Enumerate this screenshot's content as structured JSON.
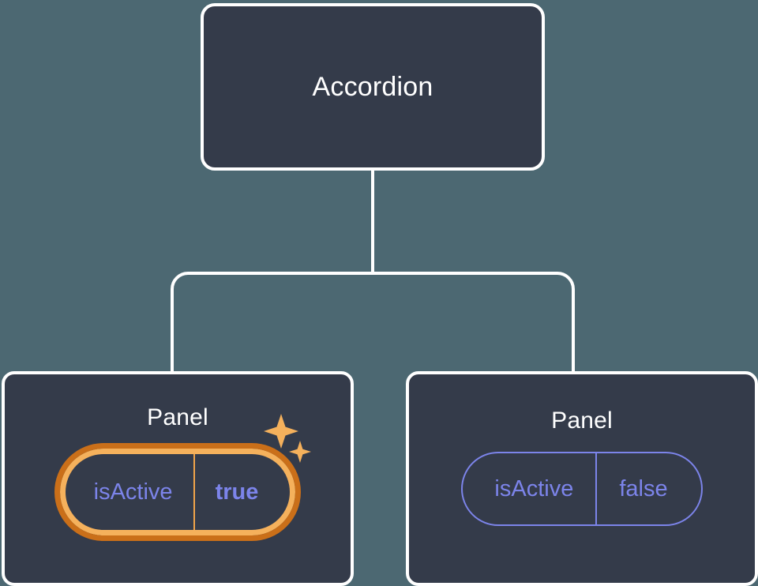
{
  "diagram": {
    "type": "component-tree",
    "background_color": "#4c6872",
    "node_fill_color": "#343b4a",
    "node_border_color": "#ffffff",
    "connector_color": "#ffffff",
    "highlight_outer_color": "#ca6f19",
    "highlight_inner_color": "#f5b15c",
    "prop_text_color": "#7c84ea",
    "sparkle_color": "#f5b15c",
    "root": {
      "title": "Accordion"
    },
    "children": [
      {
        "title": "Panel",
        "highlighted": true,
        "sparkle_icon": "sparkles-icon",
        "prop": {
          "key": "isActive",
          "value": "true"
        }
      },
      {
        "title": "Panel",
        "highlighted": false,
        "prop": {
          "key": "isActive",
          "value": "false"
        }
      }
    ]
  }
}
